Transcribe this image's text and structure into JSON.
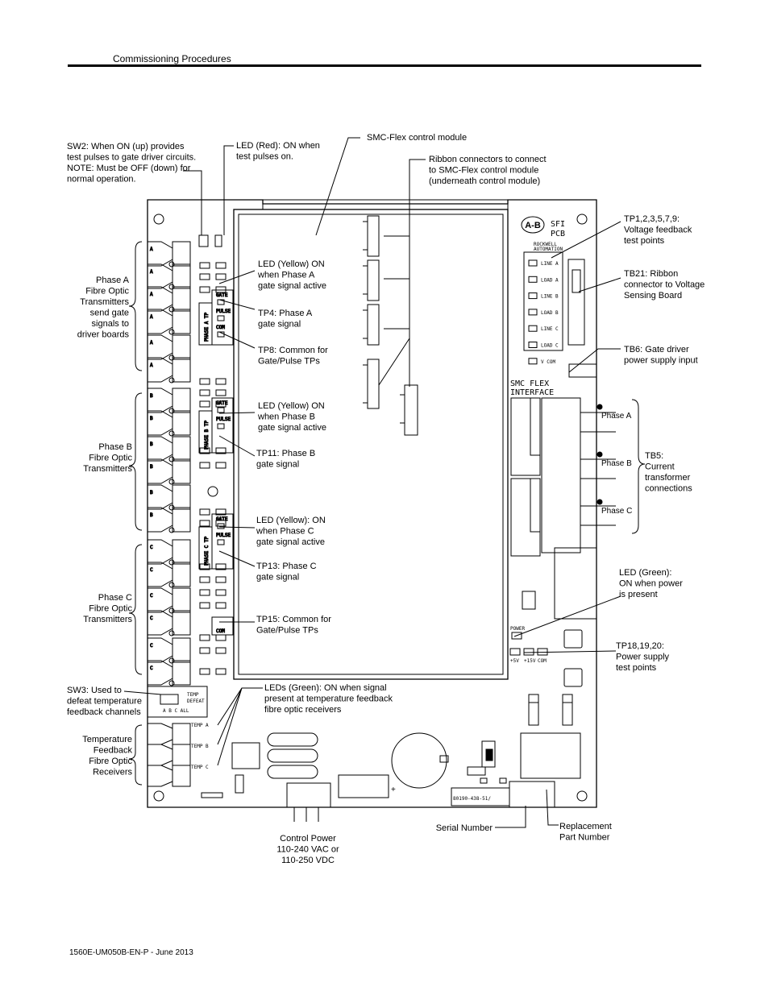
{
  "header": {
    "section": "Commissioning Procedures"
  },
  "footer": {
    "docid": "1560E-UM050B-EN-P - June 2013"
  },
  "callouts": {
    "sw2": [
      "SW2:  When ON (up) provides",
      "test pulses to gate driver circuits.",
      "NOTE:  Must be OFF (down) for",
      "normal operation."
    ],
    "led_red": [
      "LED (Red):  ON when",
      "test pulses on."
    ],
    "smc_module": [
      "SMC-Flex control module"
    ],
    "ribbon": [
      "Ribbon connectors to connect",
      "to SMC-Flex control module",
      "(underneath control module)"
    ],
    "tp_voltage": [
      "TP1,2,3,5,7,9:",
      "Voltage feedback",
      "test points"
    ],
    "tb21": [
      "TB21:  Ribbon",
      "connector to Voltage",
      "Sensing Board"
    ],
    "tb6": [
      "TB6:  Gate driver",
      "power supply input"
    ],
    "tb5": [
      "TB5:",
      "Current",
      "transformer",
      "connections"
    ],
    "phase_a_tx": [
      "Phase A",
      "Fibre Optic",
      "Transmitters",
      "send gate",
      "signals to",
      "driver boards"
    ],
    "phase_b_tx": [
      "Phase B",
      "Fibre Optic",
      "Transmitters"
    ],
    "phase_c_tx": [
      "Phase C",
      "Fibre Optic",
      "Transmitters"
    ],
    "led_yellow_a": [
      "LED (Yellow) ON",
      "when Phase A",
      "gate signal active"
    ],
    "tp4": [
      "TP4:  Phase A",
      "gate signal"
    ],
    "tp8": [
      "TP8:  Common for",
      "Gate/Pulse TPs"
    ],
    "led_yellow_b": [
      "LED (Yellow) ON",
      "when Phase B",
      "gate signal active"
    ],
    "tp11": [
      "TP11:  Phase B",
      "gate signal"
    ],
    "led_yellow_c": [
      "LED (Yellow):  ON",
      "when Phase C",
      "gate signal active"
    ],
    "tp13": [
      "TP13:  Phase C",
      "gate signal"
    ],
    "tp15": [
      "TP15:  Common for",
      "Gate/Pulse TPs"
    ],
    "led_green_power": [
      "LED (Green):",
      "ON when power",
      "is present"
    ],
    "tp18": [
      "TP18,19,20:",
      "Power supply",
      "test points"
    ],
    "sw3": [
      "SW3:  Used to",
      "defeat temperature",
      "feedback channels"
    ],
    "leds_green_temp": [
      "LEDs (Green):  ON when signal",
      "present at temperature feedback",
      "fibre optic receivers"
    ],
    "temp_rx": [
      "Temperature",
      "Feedback",
      "Fibre Optic",
      "Receivers"
    ],
    "control_power": [
      "Control Power",
      "110-240 VAC or",
      "110-250 VDC"
    ],
    "serial": [
      "Serial Number"
    ],
    "replacement": [
      "Replacement",
      "Part Number"
    ]
  },
  "board": {
    "logo": "A-B",
    "pcb_title": [
      "SFI",
      "PCB"
    ],
    "rockwell": [
      "ROCKWELL",
      "AUTOMATION"
    ],
    "tp_labels": [
      "LINE A",
      "LOAD A",
      "LINE B",
      "LOAD B",
      "LINE C",
      "LOAD C",
      "V COM"
    ],
    "interface": [
      "SMC FLEX",
      "INTERFACE"
    ],
    "ct_phases": [
      "Phase A",
      "Phase B",
      "Phase C"
    ],
    "phase_tp": [
      "PHASE A TP",
      "PHASE B TP",
      "PHASE C TP"
    ],
    "gate": "GATE",
    "pulse": "PULSE",
    "com": "COM",
    "connector_letters": {
      "a": "A",
      "b": "B",
      "c": "C"
    },
    "temp_defeat": [
      "TEMP",
      "DEFEAT"
    ],
    "temp_channels": "A  B  C  ALL",
    "temp_labels": [
      "TEMP A",
      "TEMP B",
      "TEMP C"
    ],
    "power": "POWER",
    "psu_labels": [
      "+5V",
      "+15V",
      "COM"
    ],
    "part_no": "80190-438-51/",
    "plus": "+"
  }
}
